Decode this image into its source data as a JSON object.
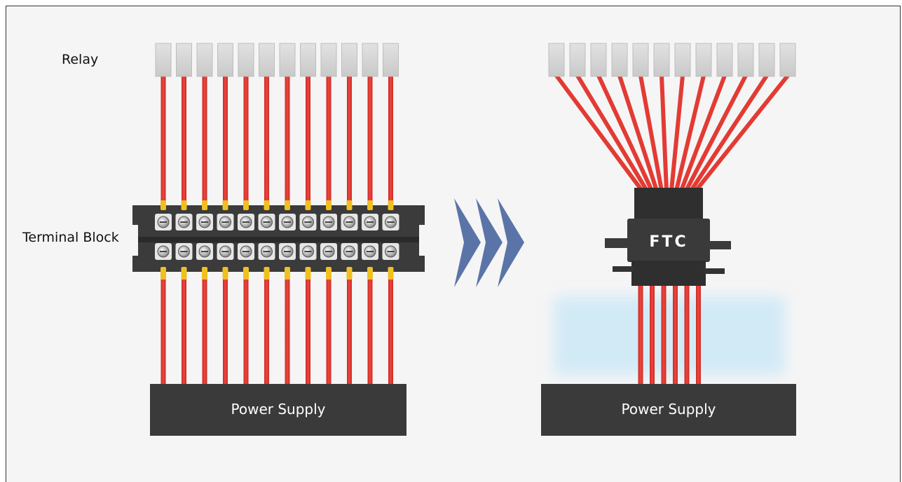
{
  "labels": {
    "relay": "Relay",
    "terminal_block": "Terminal Block"
  },
  "left": {
    "power_supply": "Power Supply"
  },
  "right": {
    "power_supply": "Power Supply",
    "connector": "FTC"
  },
  "diagram": {
    "relay_pin_count": 12,
    "terminal_screw_rows": 2,
    "ftc_output_wire_count": 6,
    "colors": {
      "background": "#f5f5f5",
      "wire": "#e23b34",
      "relay_pin": "#d8d8d8",
      "block": "#3b3b3b",
      "terminal_ferrule": "#f0c020",
      "power_supply": "#3a3a3a",
      "arrow": "#5b74a8",
      "glow": "#cfe9f7"
    },
    "icons": [
      "screw-terminal-icon",
      "chevron-right-icon"
    ]
  }
}
